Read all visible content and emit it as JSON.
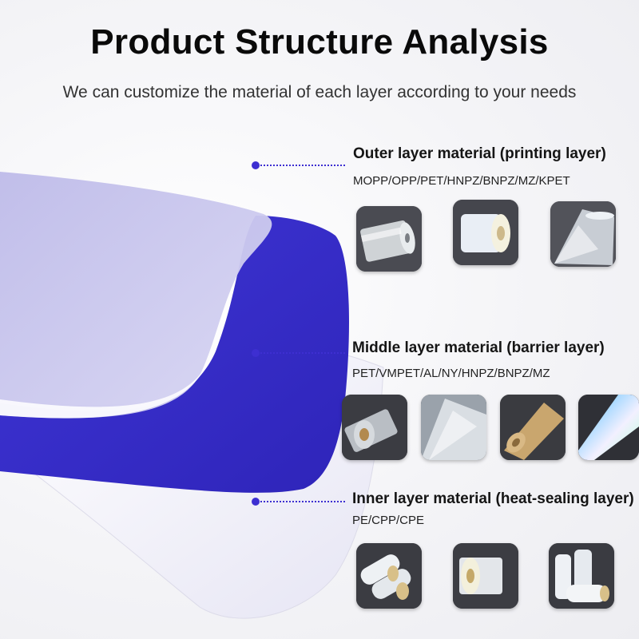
{
  "header": {
    "title": "Product Structure Analysis",
    "subtitle": "We can customize the material of each layer according to your needs"
  },
  "colors": {
    "accent": "#3d2fd1",
    "outer_layer": "#c9c6ee",
    "middle_layer": "#3a2fcf",
    "inner_layer": "#f2f1fb",
    "tile_bg": "#3c3d43"
  },
  "sections": [
    {
      "title": "Outer layer material (printing layer)",
      "materials": "MOPP/OPP/PET/HNPZ/BNPZ/MZ/KPET",
      "images": [
        "clear-film-roll-image",
        "white-film-roll-image",
        "unrolled-film-sheet-image"
      ]
    },
    {
      "title": "Middle layer material (barrier layer)",
      "materials": "PET/VMPET/AL/NY/HNPZ/BNPZ/MZ",
      "images": [
        "metallized-film-roll-image",
        "aluminum-foil-roll-image",
        "kraft-paper-roll-image",
        "holographic-film-image"
      ]
    },
    {
      "title": "Inner layer material (heat-sealing layer)",
      "materials": "PE/CPP/CPE",
      "images": [
        "pe-film-rolls-image",
        "cpp-film-roll-image",
        "cpe-film-rolls-image"
      ]
    }
  ]
}
